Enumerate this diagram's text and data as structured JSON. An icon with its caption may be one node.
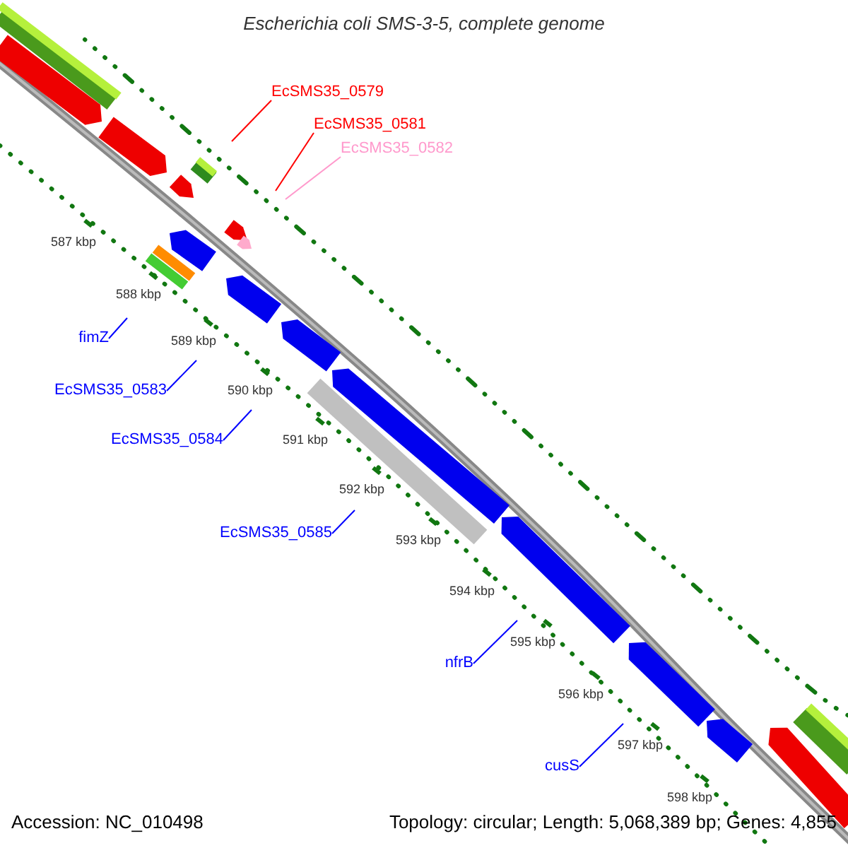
{
  "diagram": {
    "title": "Escherichia coli SMS-3-5, complete genome",
    "nodes": [
      {
        "text": [
          "EcSMS35_0579"
        ]
      },
      {
        "text": [
          "EcSMS35_0581"
        ]
      },
      {
        "text": [
          "EcSMS35_0582"
        ]
      },
      {
        "text": [
          "fimZ"
        ]
      },
      {
        "text": [
          "EcSMS35_0583"
        ]
      },
      {
        "text": [
          "EcSMS35_0584"
        ]
      },
      {
        "text": [
          "EcSMS35_0585"
        ]
      },
      {
        "text": [
          "nfrB"
        ]
      },
      {
        "text": [
          "cusS"
        ]
      }
    ],
    "edges": [
      {
        "from": 0,
        "to": null,
        "arrow": "none",
        "color": "#ff0000"
      },
      {
        "from": 1,
        "to": null,
        "arrow": "none",
        "color": "#ff0000"
      },
      {
        "from": 2,
        "to": null,
        "arrow": "none",
        "color": "#ff99cc"
      },
      {
        "from": 3,
        "to": null,
        "arrow": "none"
      },
      {
        "from": 4,
        "to": null,
        "arrow": "none"
      },
      {
        "from": 5,
        "to": null,
        "arrow": "none"
      },
      {
        "from": 6,
        "to": null,
        "arrow": "none"
      },
      {
        "from": 7,
        "to": null,
        "arrow": "none"
      },
      {
        "from": 8,
        "to": null,
        "arrow": "none"
      }
    ],
    "labels": [
      "587 kbp",
      "588 kbp",
      "589 kbp",
      "590 kbp",
      "591 kbp",
      "592 kbp",
      "593 kbp",
      "594 kbp",
      "595 kbp",
      "596 kbp",
      "597 kbp",
      "598 kbp",
      "Accession: NC_010498",
      "Topology: circular; Length: 5,068,389 bp; Genes: 4,855"
    ]
  }
}
